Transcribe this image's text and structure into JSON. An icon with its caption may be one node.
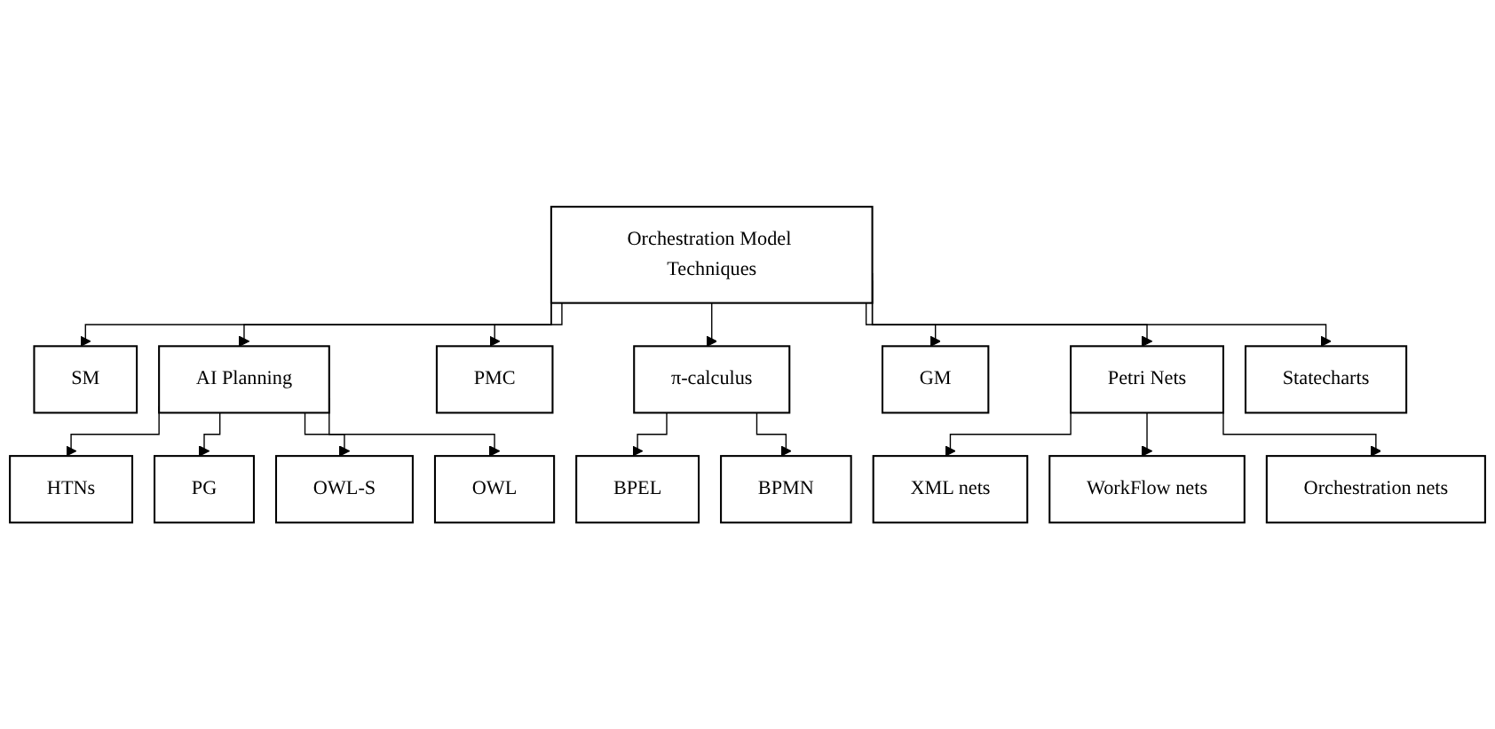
{
  "diagram": {
    "nodes": [
      {
        "text": [
          "Orchestration Model Techniques"
        ]
      },
      {
        "text": [
          "SM"
        ]
      },
      {
        "text": [
          "AI Planning"
        ]
      },
      {
        "text": [
          "PMC"
        ]
      },
      {
        "text": [
          "π-calculus"
        ]
      },
      {
        "text": [
          "GM"
        ]
      },
      {
        "text": [
          "Petri Nets"
        ]
      },
      {
        "text": [
          "Statecharts"
        ]
      },
      {
        "text": [
          "HTNs"
        ]
      },
      {
        "text": [
          "PG"
        ]
      },
      {
        "text": [
          "OWL-S"
        ]
      },
      {
        "text": [
          "OWL"
        ]
      },
      {
        "text": [
          "BPEL"
        ]
      },
      {
        "text": [
          "BPMN"
        ]
      },
      {
        "text": [
          "XML nets"
        ]
      },
      {
        "text": [
          "WorkFlow nets"
        ]
      },
      {
        "text": [
          "Orchestration nets"
        ]
      }
    ],
    "edges": [
      {
        "from": 0,
        "to": 1,
        "arrow": "to"
      },
      {
        "from": 0,
        "to": 2,
        "arrow": "to"
      },
      {
        "from": 0,
        "to": 3,
        "arrow": "to"
      },
      {
        "from": 0,
        "to": 4,
        "arrow": "to"
      },
      {
        "from": 0,
        "to": 5,
        "arrow": "to"
      },
      {
        "from": 0,
        "to": 6,
        "arrow": "to"
      },
      {
        "from": 0,
        "to": 7,
        "arrow": "to"
      },
      {
        "from": 2,
        "to": 8,
        "arrow": "to"
      },
      {
        "from": 2,
        "to": 9,
        "arrow": "to"
      },
      {
        "from": 2,
        "to": 10,
        "arrow": "to"
      },
      {
        "from": 2,
        "to": 11,
        "arrow": "to"
      },
      {
        "from": 4,
        "to": 12,
        "arrow": "to"
      },
      {
        "from": 4,
        "to": 13,
        "arrow": "to"
      },
      {
        "from": 6,
        "to": 14,
        "arrow": "to"
      },
      {
        "from": 6,
        "to": 15,
        "arrow": "to"
      },
      {
        "from": 6,
        "to": 16,
        "arrow": "to"
      }
    ]
  }
}
